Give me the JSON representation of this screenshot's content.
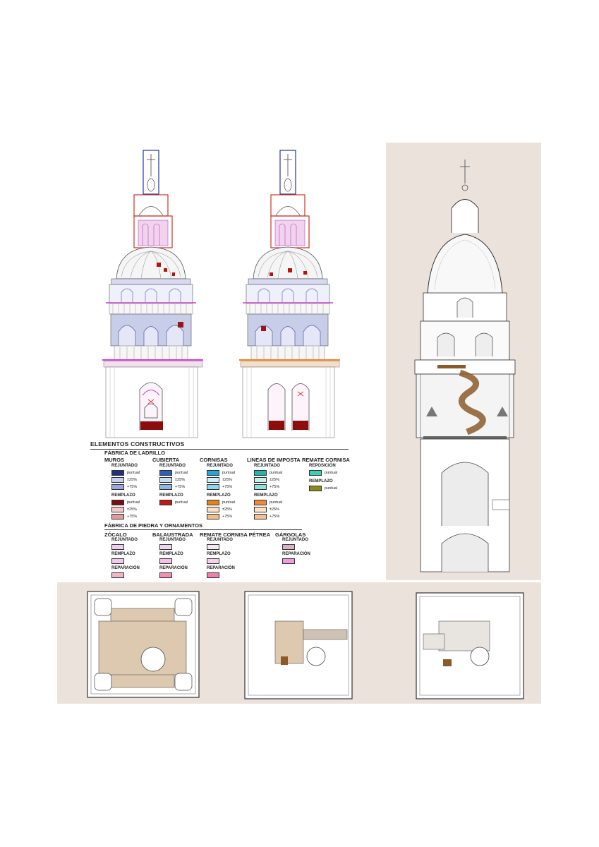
{
  "legend": {
    "title": "ELEMENTOS CONSTRUCTIVOS",
    "brick": {
      "heading": "FÁBRICA DE LADRILLO",
      "columns": [
        {
          "name": "MUROS",
          "groups": [
            {
              "label": "REJUNTADO",
              "items": [
                {
                  "text": "puntual",
                  "color": "#1f2f8c"
                },
                {
                  "text": "±25%",
                  "color": "#c9d0ef"
                },
                {
                  "text": "+75%",
                  "color": "#9aa7e3"
                }
              ]
            },
            {
              "label": "REMPLAZO",
              "items": [
                {
                  "text": "puntual",
                  "color": "#7a0d0d"
                },
                {
                  "text": "±25%",
                  "color": "#f1caca"
                },
                {
                  "text": "+75%",
                  "color": "#e79a9a"
                }
              ]
            }
          ]
        },
        {
          "name": "CUBIERTA",
          "groups": [
            {
              "label": "REJUNTADO",
              "items": [
                {
                  "text": "puntual",
                  "color": "#2d5fbf"
                },
                {
                  "text": "±25%",
                  "color": "#c8dcf4"
                },
                {
                  "text": "+75%",
                  "color": "#8fb6e8"
                }
              ]
            },
            {
              "label": "REMPLAZO",
              "items": [
                {
                  "text": "puntual",
                  "color": "#c4161c"
                }
              ]
            }
          ]
        },
        {
          "name": "CORNISAS",
          "groups": [
            {
              "label": "REJUNTADO",
              "items": [
                {
                  "text": "puntual",
                  "color": "#1ea7dc"
                },
                {
                  "text": "±25%",
                  "color": "#cfeefb"
                },
                {
                  "text": "+75%",
                  "color": "#8fd6f2"
                }
              ]
            },
            {
              "label": "REMPLAZO",
              "items": [
                {
                  "text": "puntual",
                  "color": "#e8821e"
                },
                {
                  "text": "±25%",
                  "color": "#fbe0c2"
                },
                {
                  "text": "+75%",
                  "color": "#f4bd84"
                }
              ]
            }
          ]
        },
        {
          "name": "LINEAS DE IMPOSTA",
          "groups": [
            {
              "label": "REJUNTADO",
              "items": [
                {
                  "text": "puntual",
                  "color": "#1fb7b0"
                },
                {
                  "text": "±25%",
                  "color": "#c8f1ee"
                },
                {
                  "text": "+75%",
                  "color": "#8ee0da"
                }
              ]
            },
            {
              "label": "REMPLAZO",
              "items": [
                {
                  "text": "puntual",
                  "color": "#ef8a3a"
                },
                {
                  "text": "±25%",
                  "color": "#fbe3cc"
                },
                {
                  "text": "+75%",
                  "color": "#f6c191"
                }
              ]
            }
          ]
        },
        {
          "name": "REMATE CORNISA",
          "groups": [
            {
              "label": "REPOSICIÓN",
              "items": [
                {
                  "text": "puntual",
                  "color": "#2ed3b8"
                }
              ]
            },
            {
              "label": "REMPLAZO",
              "items": [
                {
                  "text": "puntual",
                  "color": "#8b8a1a"
                }
              ]
            }
          ]
        }
      ]
    },
    "stone": {
      "heading": "FÁBRICA DE PIEDRA Y ORNAMENTOS",
      "columns": [
        {
          "name": "ZÓCALO",
          "items": [
            {
              "label": "REJUNTADO",
              "color": "#efd0ef"
            },
            {
              "label": "REMPLAZO",
              "color": "#f4c9ee"
            },
            {
              "label": "REPARACIÓN",
              "color": "#f2b4c4"
            }
          ]
        },
        {
          "name": "BALAUSTRADA",
          "items": [
            {
              "label": "REJUNTADO",
              "color": "#f1d6f1"
            },
            {
              "label": "REMPLAZO",
              "color": "#f5bfe9"
            },
            {
              "label": "REPARACIÓN",
              "color": "#f08fb0"
            }
          ]
        },
        {
          "name": "REMATE CORNISA PÉTREA",
          "items": [
            {
              "label": "REJUNTADO",
              "color": "#f6e6f6"
            },
            {
              "label": "REMPLAZO",
              "color": "#f7d0ef"
            },
            {
              "label": "REPARACIÓN",
              "color": "#ee7fa6"
            }
          ]
        },
        {
          "name": "GÁRGOLAS",
          "items": [
            {
              "label": "REJUNTADO",
              "color": "#d9b3c4"
            },
            {
              "label": "REPARACIÓN",
              "color": "#f09be0"
            }
          ]
        }
      ]
    }
  },
  "colors": {
    "panel_bg": "#ebe2dc",
    "box_blue": "#2233aa",
    "box_red": "#cc3322",
    "stair_brown": "#8b5a2b",
    "magenta_line": "#d03ad0",
    "dome_line": "#555555"
  }
}
